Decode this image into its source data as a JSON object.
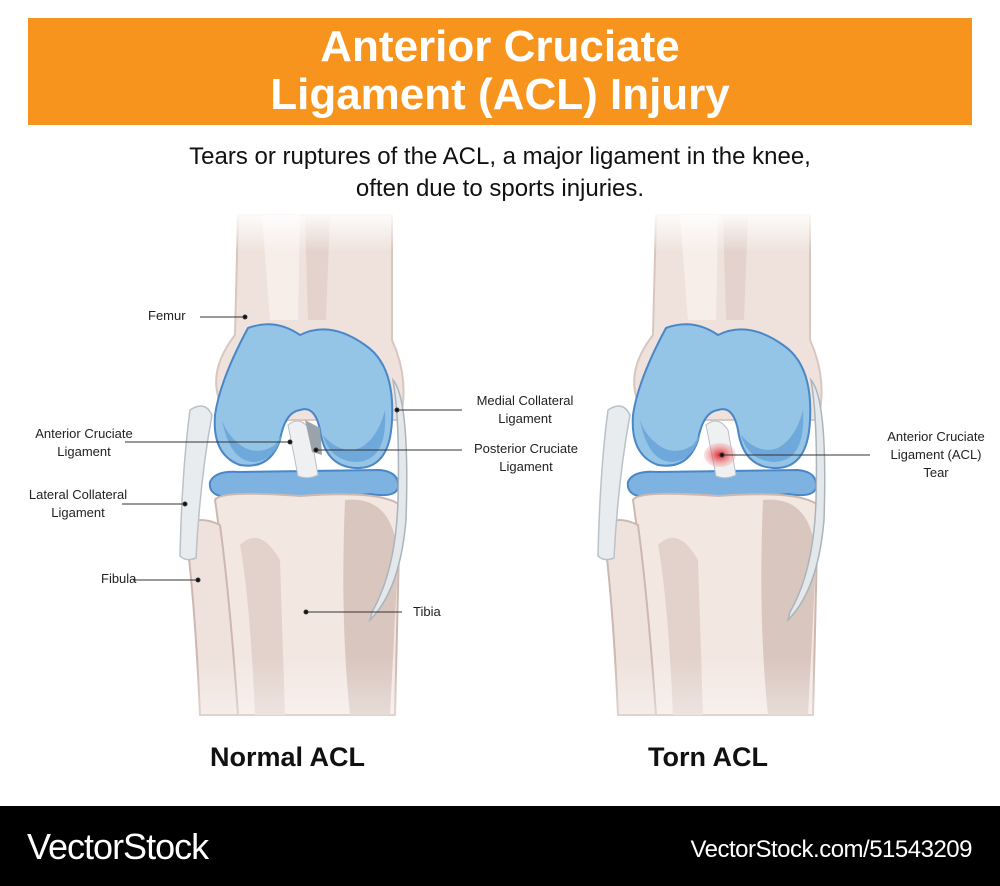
{
  "header": {
    "title_line1": "Anterior Cruciate",
    "title_line2": "Ligament (ACL) Injury",
    "subtitle_line1": "Tears or ruptures of the ACL, a major ligament in the knee,",
    "subtitle_line2": "often due to sports injuries.",
    "banner_color": "#f7941e"
  },
  "normal_knee": {
    "caption": "Normal ACL",
    "labels": {
      "femur": "Femur",
      "mcl_line1": "Medial Collateral",
      "mcl_line2": "Ligament",
      "acl_line1": "Anterior Cruciate",
      "acl_line2": "Ligament",
      "pcl_line1": "Posterior Cruciate",
      "pcl_line2": "Ligament",
      "lcl_line1": "Lateral Collateral",
      "lcl_line2": "Ligament",
      "fibula": "Fibula",
      "tibia": "Tibia"
    }
  },
  "torn_knee": {
    "caption": "Torn ACL",
    "labels": {
      "tear_line1": "Anterior Cruciate",
      "tear_line2": "Ligament (ACL)",
      "tear_line3": "Tear"
    }
  },
  "footer": {
    "brand": "VectorStock",
    "url": "VectorStock.com/51543209"
  }
}
